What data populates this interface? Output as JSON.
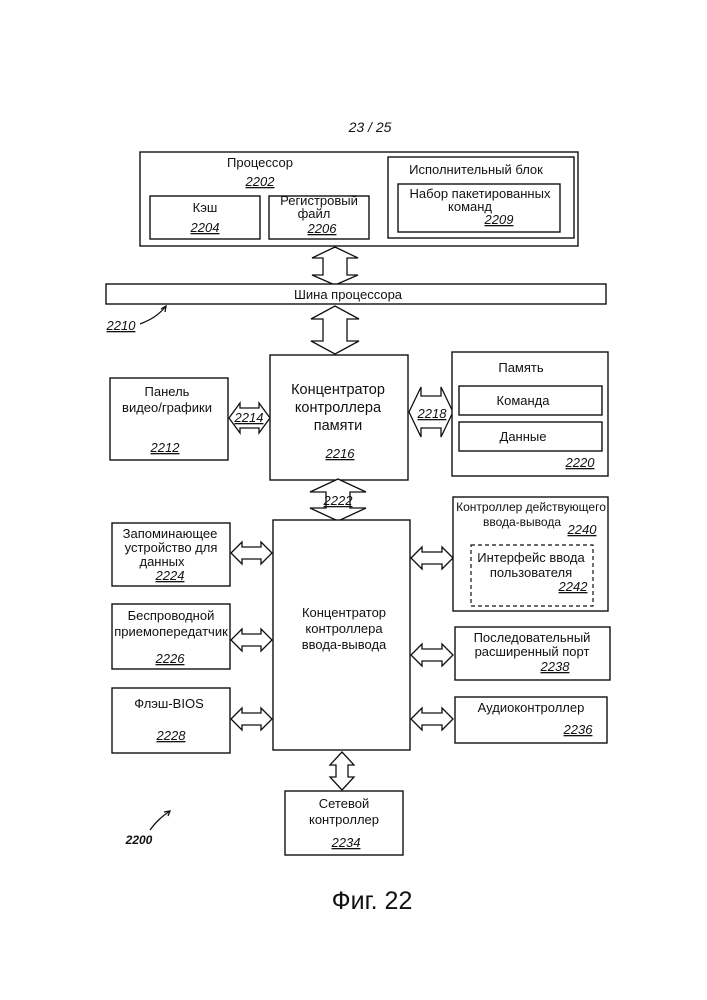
{
  "page_number": "23 / 25",
  "figure_caption": "Фиг. 22",
  "figure_ref": "2200",
  "processor": {
    "label": "Процессор",
    "ref": "2202"
  },
  "cache": {
    "label": "Кэш",
    "ref": "2204"
  },
  "register_file": {
    "line1": "Регистровый",
    "line2": "файл",
    "ref": "2206"
  },
  "exec_unit": {
    "label": "Исполнительный блок"
  },
  "packed_set": {
    "line1": "Набор пакетированных",
    "line2": "команд",
    "ref": "2209"
  },
  "processor_bus": {
    "label": "Шина процессора",
    "ref": "2210"
  },
  "graphics_panel": {
    "line1": "Панель",
    "line2": "видео/графики",
    "ref": "2212"
  },
  "link_2214": "2214",
  "mch": {
    "line1": "Концентратор",
    "line2": "контроллера",
    "line3": "памяти",
    "ref": "2216"
  },
  "link_2218": "2218",
  "memory": {
    "label": "Память",
    "instruction": "Команда",
    "data": "Данные",
    "ref": "2220"
  },
  "link_2222": "2222",
  "storage": {
    "line1": "Запоминающее",
    "line2": "устройство для",
    "line3": "данных",
    "ref": "2224"
  },
  "wireless": {
    "line1": "Беспроводной",
    "line2": "приемопередатчик",
    "ref": "2226"
  },
  "flash_bios": {
    "label": "Флэш-BIOS",
    "ref": "2228"
  },
  "ich": {
    "line1": "Концентратор",
    "line2": "контроллера",
    "line3": "ввода-вывода"
  },
  "io_controller": {
    "line1": "Контроллер действующего",
    "line2": "ввода-вывода",
    "ref": "2240"
  },
  "user_input": {
    "line1": "Интерфейс ввода",
    "line2": "пользователя",
    "ref": "2242"
  },
  "serial_port": {
    "line1": "Последовательный",
    "line2": "расширенный порт",
    "ref": "2238"
  },
  "audio": {
    "label": "Аудиоконтроллер",
    "ref": "2236"
  },
  "network": {
    "line1": "Сетевой",
    "line2": "контроллер",
    "ref": "2234"
  }
}
